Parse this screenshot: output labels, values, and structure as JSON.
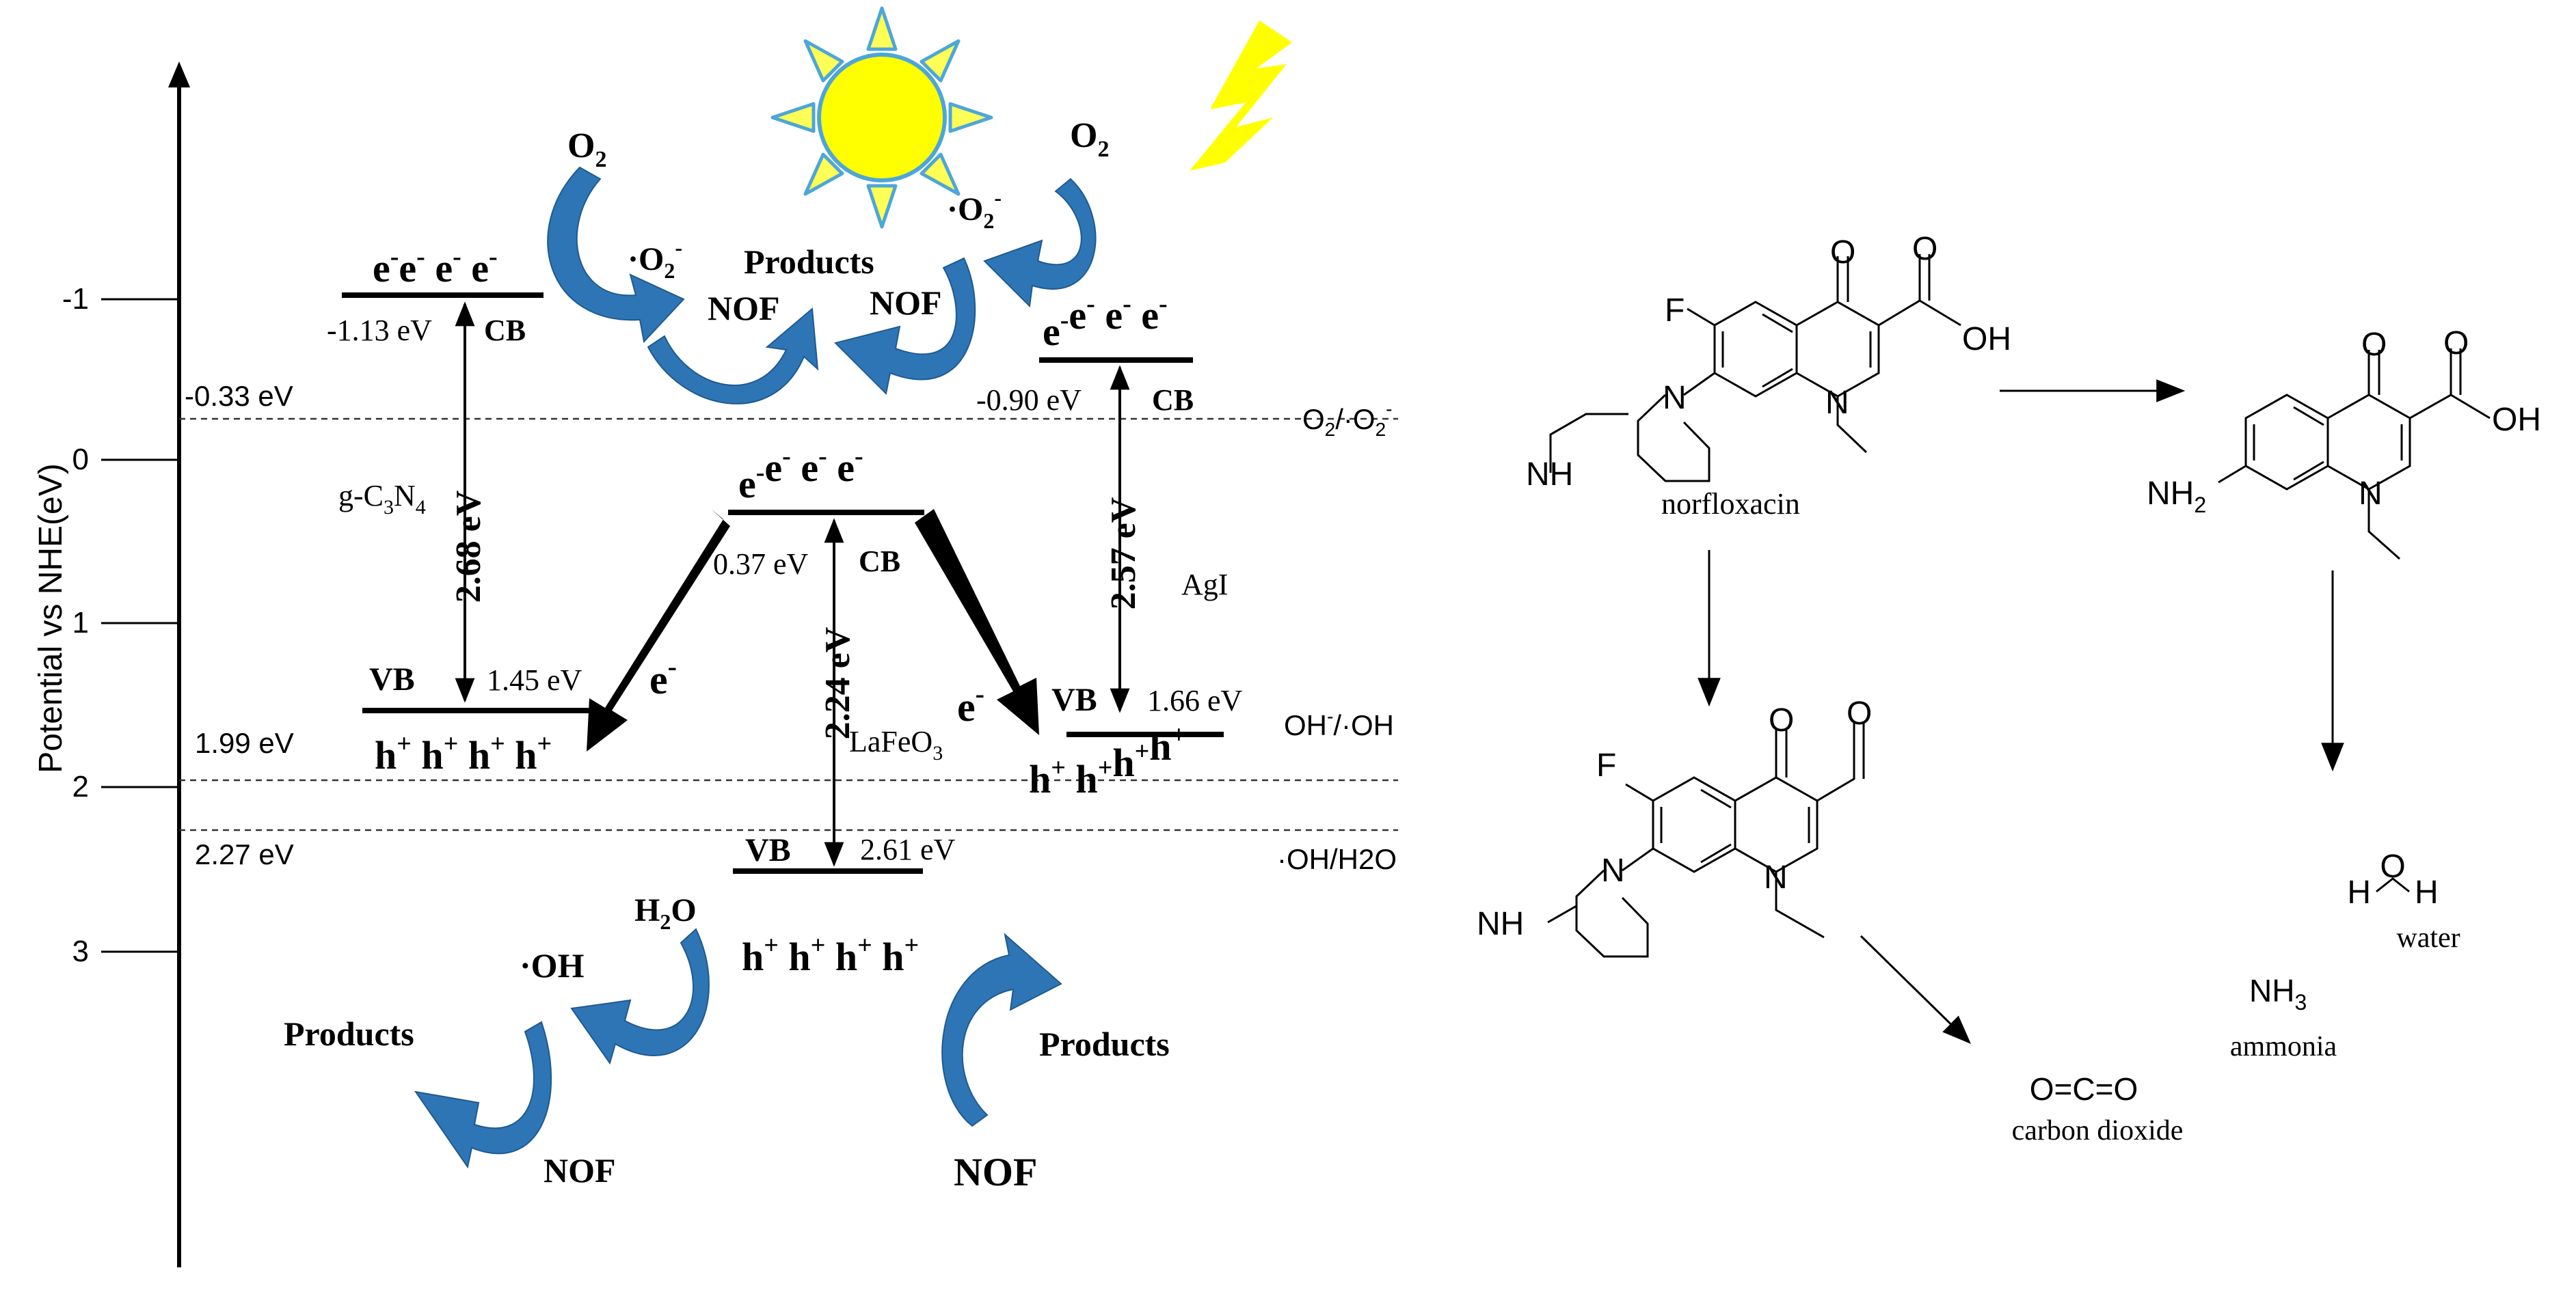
{
  "colors": {
    "arrow_blue": "#2e75b6",
    "arrow_blue_dark": "#1f5a8f",
    "sun_fill": "#ffff00",
    "sun_rays": "#4da6d9",
    "lightning": "#ffff00",
    "ink": "#000000"
  },
  "axis": {
    "label": "Potential vs NHE(eV)",
    "ticks": [
      {
        "value": -1,
        "label": "-1"
      },
      {
        "value": 0,
        "label": "0"
      },
      {
        "value": 1,
        "label": "1"
      },
      {
        "value": 2,
        "label": "2"
      },
      {
        "value": 3,
        "label": "3"
      }
    ]
  },
  "reference_lines": {
    "o2": {
      "potential": "-0.33 eV",
      "label_main": "O",
      "label_sub": "2",
      "label_mid": "/·O",
      "label_sub2": "2",
      "label_sup": "-"
    },
    "oh": {
      "potential": "1.99 eV",
      "label": "OH",
      "label_sup": "-",
      "label_rest": "/·OH"
    },
    "h2o": {
      "potential": "2.27 eV",
      "label": "·OH/H2O"
    }
  },
  "semiconductors": {
    "gcn": {
      "name_main": "g-C",
      "name_sub1": "3",
      "name_mid": "N",
      "name_sub2": "4",
      "cb_value": "-1.13 eV",
      "cb_label": "CB",
      "vb_value": "1.45 eV",
      "vb_label": "VB",
      "gap": "2.68 eV",
      "electron": "e",
      "hole": "h",
      "plus": "+",
      "minus": "-"
    },
    "lafeo3": {
      "name_main": "LaFeO",
      "name_sub": "3",
      "cb_value": "0.37 eV",
      "cb_label": "CB",
      "vb_value": "2.61 eV",
      "vb_label": "VB",
      "gap": "2.24 eV"
    },
    "agi": {
      "name": "AgI",
      "cb_value": "-0.90 eV",
      "cb_label": "CB",
      "vb_value": "1.66 eV",
      "vb_label": "VB",
      "gap": "2.57 eV"
    }
  },
  "species": {
    "o2_main": "O",
    "o2_sub": "2",
    "superoxide_main": "·O",
    "superoxide_sub": "2",
    "superoxide_sup": "-",
    "products": "Products",
    "nof": "NOF",
    "hydroxyl": "·OH",
    "water_main": "H",
    "water_sub": "2",
    "water_end": "O",
    "electron_transfer": "e",
    "minus": "-"
  },
  "molecules": {
    "norfloxacin": {
      "name": "norfloxacin",
      "F": "F",
      "O": "O",
      "OH": "OH",
      "N": "N",
      "NH": "NH"
    },
    "intermediate_top": {
      "NH2_main": "NH",
      "NH2_sub": "2",
      "O": "O",
      "OH": "OH",
      "N": "N"
    },
    "intermediate_bottom": {
      "F": "F",
      "O": "O",
      "N": "N",
      "NH": "NH"
    },
    "water": {
      "name": "water",
      "H": "H",
      "O": "O"
    },
    "ammonia": {
      "name": "ammonia",
      "formula_main": "NH",
      "formula_sub": "3"
    },
    "carbon_dioxide": {
      "name": "carbon dioxide",
      "formula": "O=C=O"
    }
  }
}
